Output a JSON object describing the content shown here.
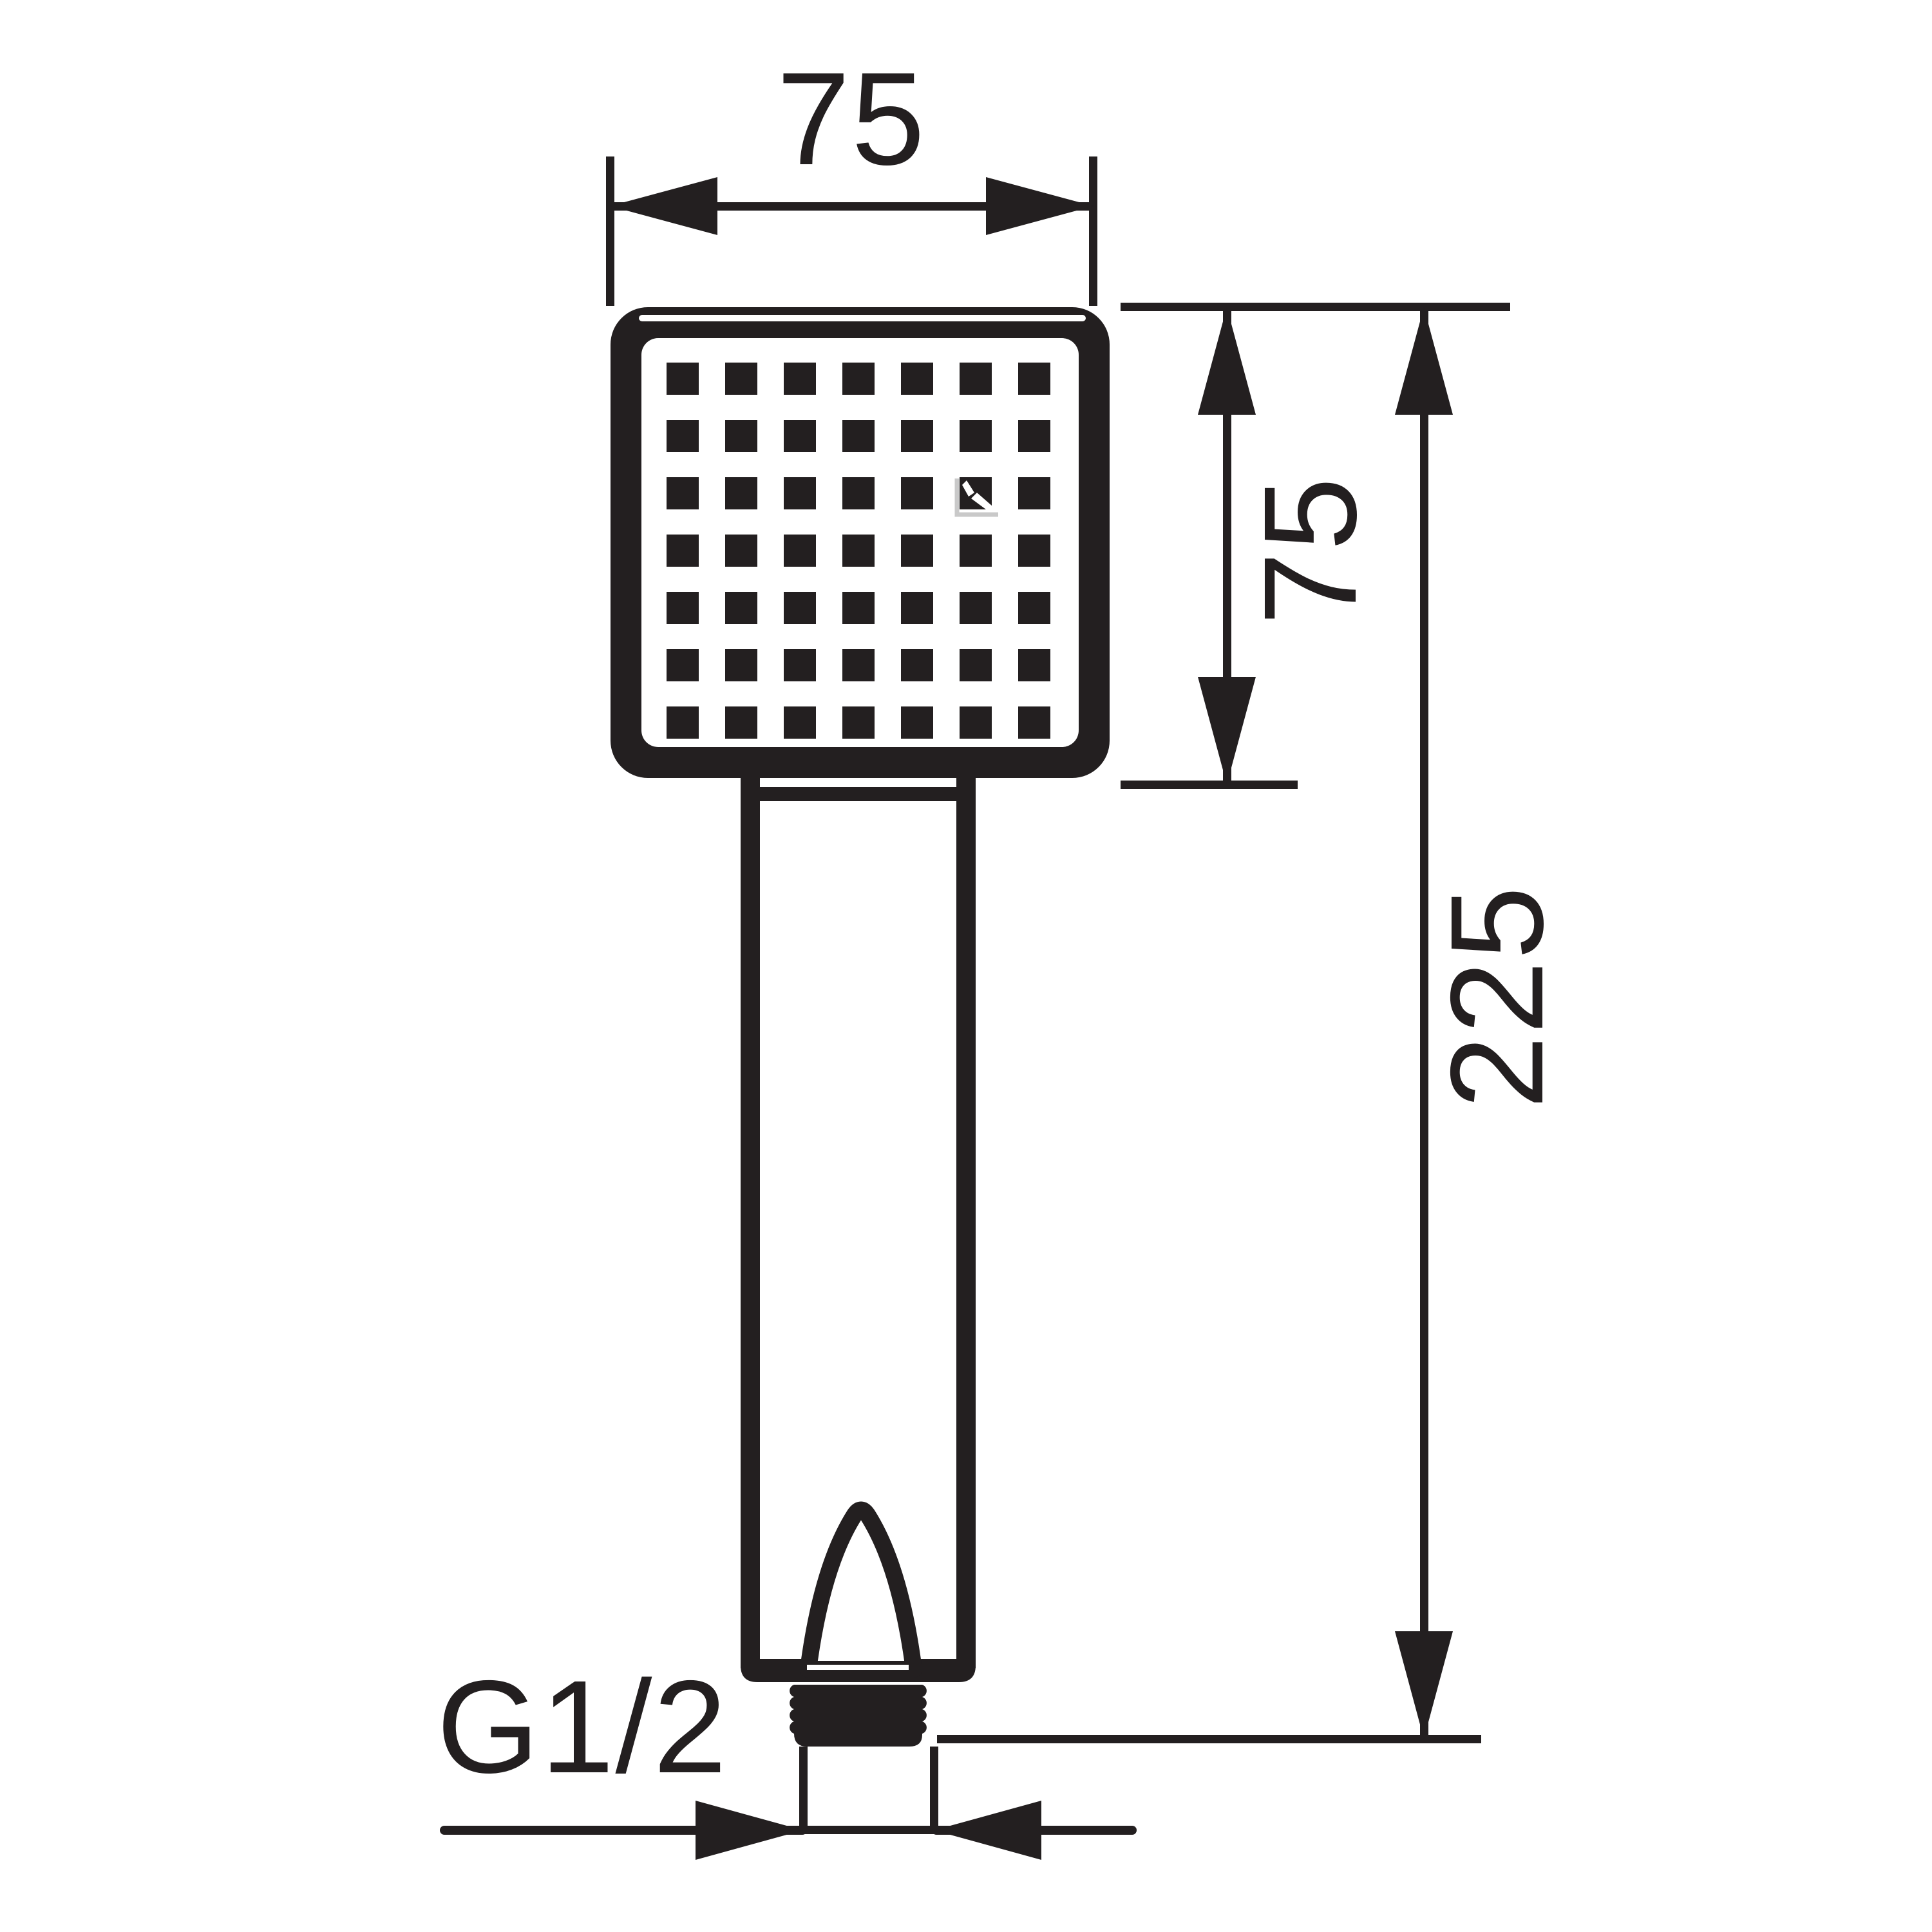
{
  "meta": {
    "type": "technical-dimension-drawing",
    "subject": "square hand shower head with handle, front view"
  },
  "style": {
    "ink": "#231f20",
    "paper": "#ffffff",
    "artifact_gray": "#c9c9c9"
  },
  "labels": {
    "head_width": "75",
    "head_height": "75",
    "total_height": "225",
    "thread": "G1/2"
  },
  "nozzle_grid": {
    "rows": 7,
    "cols": 7,
    "artifact_cell": {
      "row": 3,
      "col": 6
    }
  }
}
